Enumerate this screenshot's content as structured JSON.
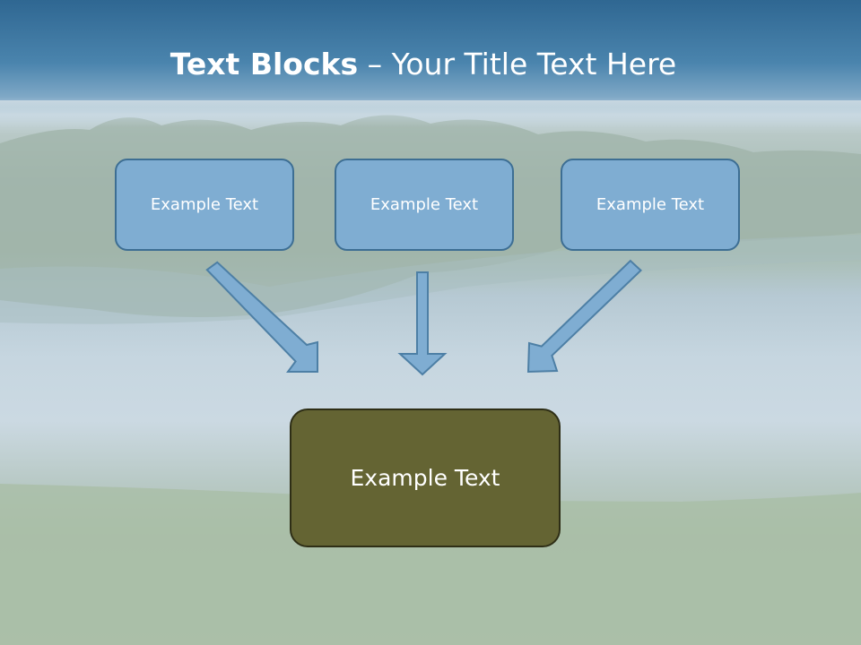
{
  "slide": {
    "title_bold": "Text Blocks",
    "title_rest": " – Your Title Text Here",
    "blocks": [
      {
        "label": "Example Text"
      },
      {
        "label": "Example Text"
      },
      {
        "label": "Example Text"
      }
    ],
    "target": {
      "label": "Example Text"
    }
  }
}
